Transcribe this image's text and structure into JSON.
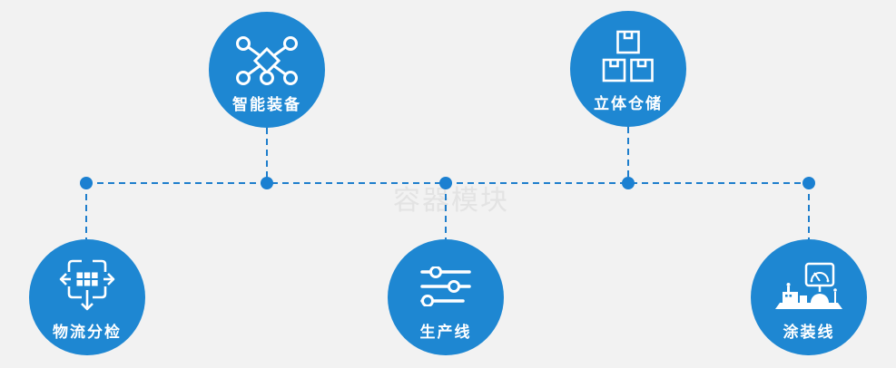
{
  "canvas": {
    "watermark": "容器模块",
    "watermark_color": "#e3e3e3",
    "background": "#f2f2f2"
  },
  "palette": {
    "node_blue": "#1e87d2",
    "connector_blue": "#1e7ecc",
    "icon_white": "#ffffff"
  },
  "diagram": {
    "type": "network-feature-diagram",
    "connector_style": "dashed",
    "junction_dots": 5
  },
  "nodes": [
    {
      "id": "smart-equipment",
      "label": "智能装备",
      "icon": "network-nodes-icon",
      "row": "top"
    },
    {
      "id": "warehouse",
      "label": "立体仓储",
      "icon": "stacked-boxes-icon",
      "row": "top"
    },
    {
      "id": "logistics-sorting",
      "label": "物流分检",
      "icon": "sorting-distribution-icon",
      "row": "bottom"
    },
    {
      "id": "production-line",
      "label": "生产线",
      "icon": "sliders-icon",
      "row": "bottom"
    },
    {
      "id": "painting-line",
      "label": "涂装线",
      "icon": "machine-gauge-icon",
      "row": "bottom"
    }
  ]
}
